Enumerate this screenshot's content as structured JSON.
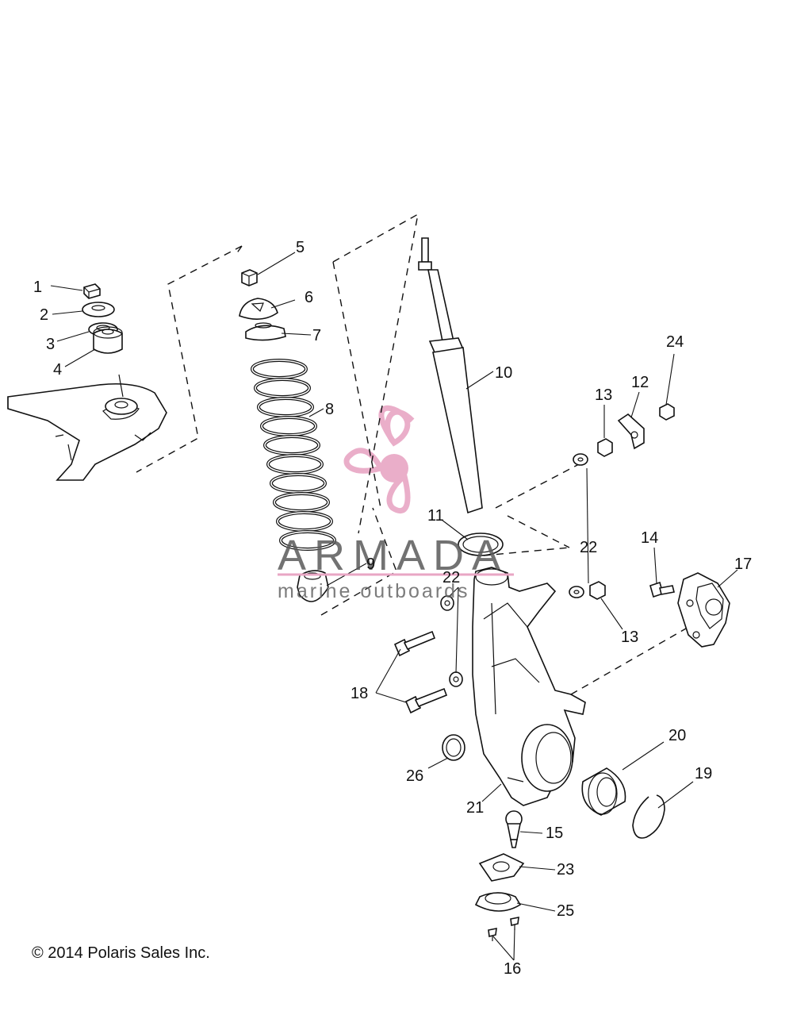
{
  "callouts": {
    "n1": "1",
    "n2": "2",
    "n3": "3",
    "n4": "4",
    "n5": "5",
    "n6": "6",
    "n7": "7",
    "n8": "8",
    "n9": "9",
    "n10": "10",
    "n11": "11",
    "n12": "12",
    "n13a": "13",
    "n13b": "13",
    "n14": "14",
    "n15": "15",
    "n16": "16",
    "n17": "17",
    "n18": "18",
    "n19": "19",
    "n20": "20",
    "n21": "21",
    "n22a": "22",
    "n22b": "22",
    "n23": "23",
    "n24": "24",
    "n25": "25",
    "n26": "26"
  },
  "watermark": {
    "title": "ARMADA",
    "subtitle": "marine outboards",
    "color": "#e8a6c4"
  },
  "copyright": "© 2014 Polaris Sales Inc."
}
